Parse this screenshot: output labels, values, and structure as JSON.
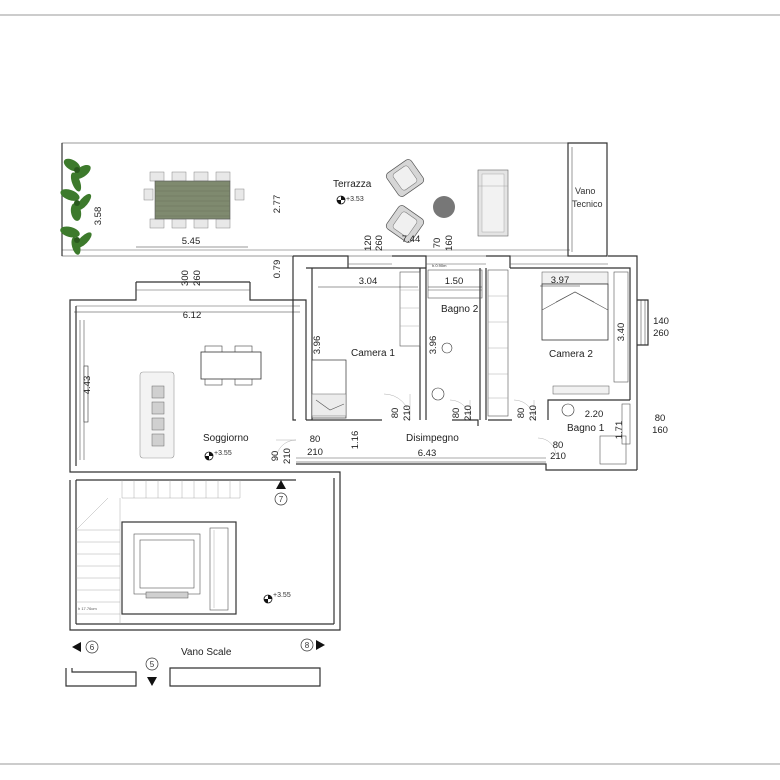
{
  "rooms": {
    "terrazza": "Terrazza",
    "vano_tecnico_1": "Vano",
    "vano_tecnico_2": "Tecnico",
    "bagno2": "Bagno 2",
    "camera1": "Camera 1",
    "camera2": "Camera 2",
    "soggiorno": "Soggiorno",
    "disimpegno": "Disimpegno",
    "bagno1": "Bagno 1",
    "vano_scale": "Vano Scale"
  },
  "levels": {
    "terrazza": "+3.53",
    "soggiorno": "+3.55",
    "scale": "+3.55"
  },
  "dimensions": {
    "terr_h": "3.58",
    "table_w": "5.45",
    "terr_h2": "2.77",
    "terr_w": "7.44",
    "w120": "120",
    "h260a": "260",
    "w70": "70",
    "h160a": "160",
    "w300": "300",
    "h260b": "260",
    "d079": "0.79",
    "d304": "3.04",
    "d150": "1.50",
    "d397": "3.97",
    "d612": "6.12",
    "w140": "140",
    "h260c": "260",
    "d340": "3.40",
    "d396a": "3.96",
    "d396b": "3.96",
    "d443": "4.43",
    "w80a": "80",
    "h210a": "210",
    "w80b": "80",
    "h210b": "210",
    "w80c": "80",
    "h210c": "210",
    "d220": "2.20",
    "w80d": "80",
    "h160d": "160",
    "d171": "1.71",
    "w90": "90",
    "h210d": "210",
    "w80e": "80",
    "h210e": "210",
    "d116": "1.16",
    "d643": "6.43",
    "w80f": "80",
    "h210f": "210"
  },
  "markers": {
    "m5": "5",
    "m6": "6",
    "m7": "7",
    "m8": "8"
  },
  "small_labels": {
    "stair_note": "h 17.76cm",
    "window_note": "h.0.90m"
  }
}
